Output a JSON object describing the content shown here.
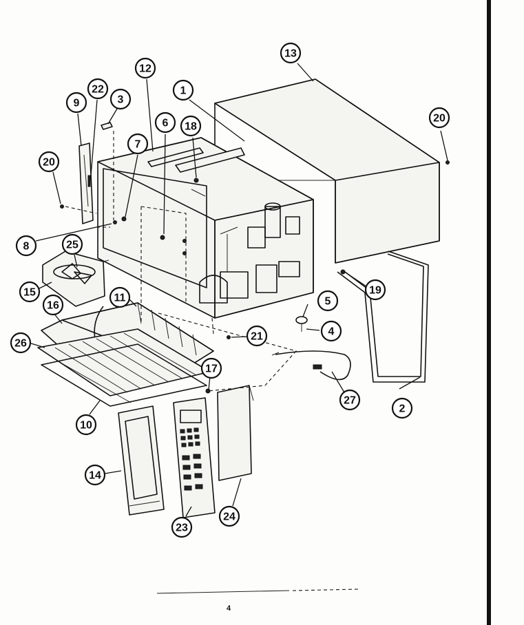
{
  "page_number": "4",
  "callouts": [
    {
      "id": "c1",
      "label": "1"
    },
    {
      "id": "c2",
      "label": "2"
    },
    {
      "id": "c3",
      "label": "3"
    },
    {
      "id": "c4",
      "label": "4"
    },
    {
      "id": "c5",
      "label": "5"
    },
    {
      "id": "c6",
      "label": "6"
    },
    {
      "id": "c7",
      "label": "7"
    },
    {
      "id": "c8",
      "label": "8"
    },
    {
      "id": "c9",
      "label": "9"
    },
    {
      "id": "c10",
      "label": "10"
    },
    {
      "id": "c11",
      "label": "11"
    },
    {
      "id": "c12",
      "label": "12"
    },
    {
      "id": "c13",
      "label": "13"
    },
    {
      "id": "c14",
      "label": "14"
    },
    {
      "id": "c15",
      "label": "15"
    },
    {
      "id": "c16",
      "label": "16"
    },
    {
      "id": "c17",
      "label": "17"
    },
    {
      "id": "c18",
      "label": "18"
    },
    {
      "id": "c19",
      "label": "19"
    },
    {
      "id": "c20a",
      "label": "20"
    },
    {
      "id": "c20b",
      "label": "20"
    },
    {
      "id": "c21",
      "label": "21"
    },
    {
      "id": "c22",
      "label": "22"
    },
    {
      "id": "c23",
      "label": "23"
    },
    {
      "id": "c24",
      "label": "24"
    },
    {
      "id": "c25",
      "label": "25"
    },
    {
      "id": "c26",
      "label": "26"
    },
    {
      "id": "c27",
      "label": "27"
    }
  ]
}
